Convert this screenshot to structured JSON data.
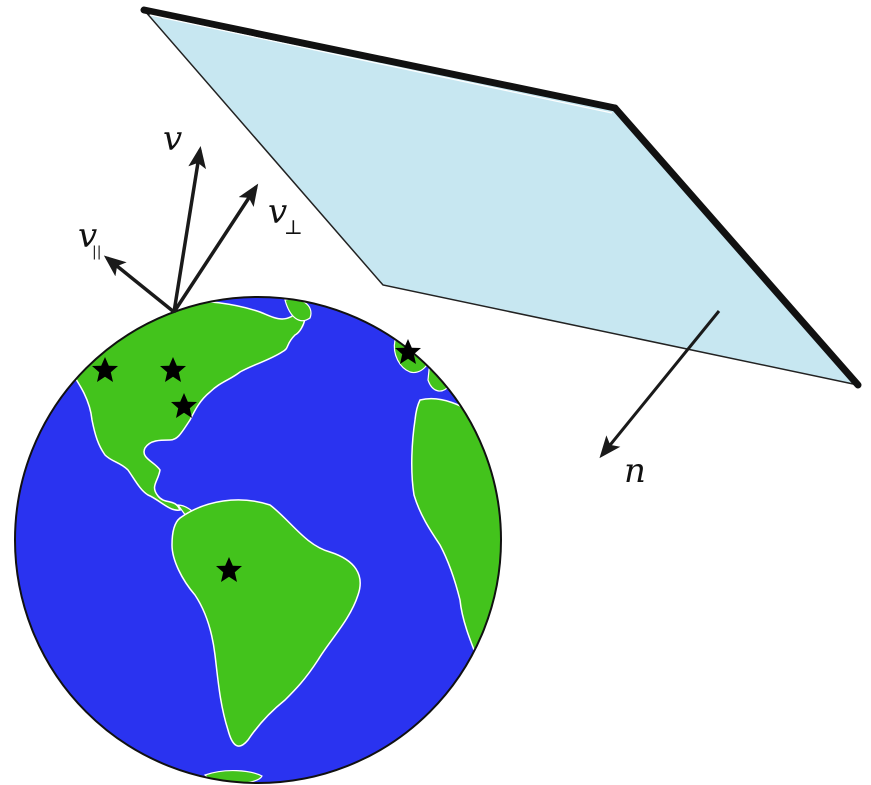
{
  "colors": {
    "ocean": "#2a33f0",
    "land": "#43c31c",
    "plane_fill": "#c7e7f1",
    "plane_edge": "#111111",
    "arrow": "#1a1a1a",
    "star": "#000000"
  },
  "labels": {
    "v": "v",
    "v_parallel_base": "v",
    "v_parallel_sub": "||",
    "v_perp_base": "v",
    "v_perp_sub": "⊥",
    "n": "n"
  },
  "icons": {
    "globe": "earth-globe-icon",
    "star": "star-icon"
  },
  "stars_count": 5
}
